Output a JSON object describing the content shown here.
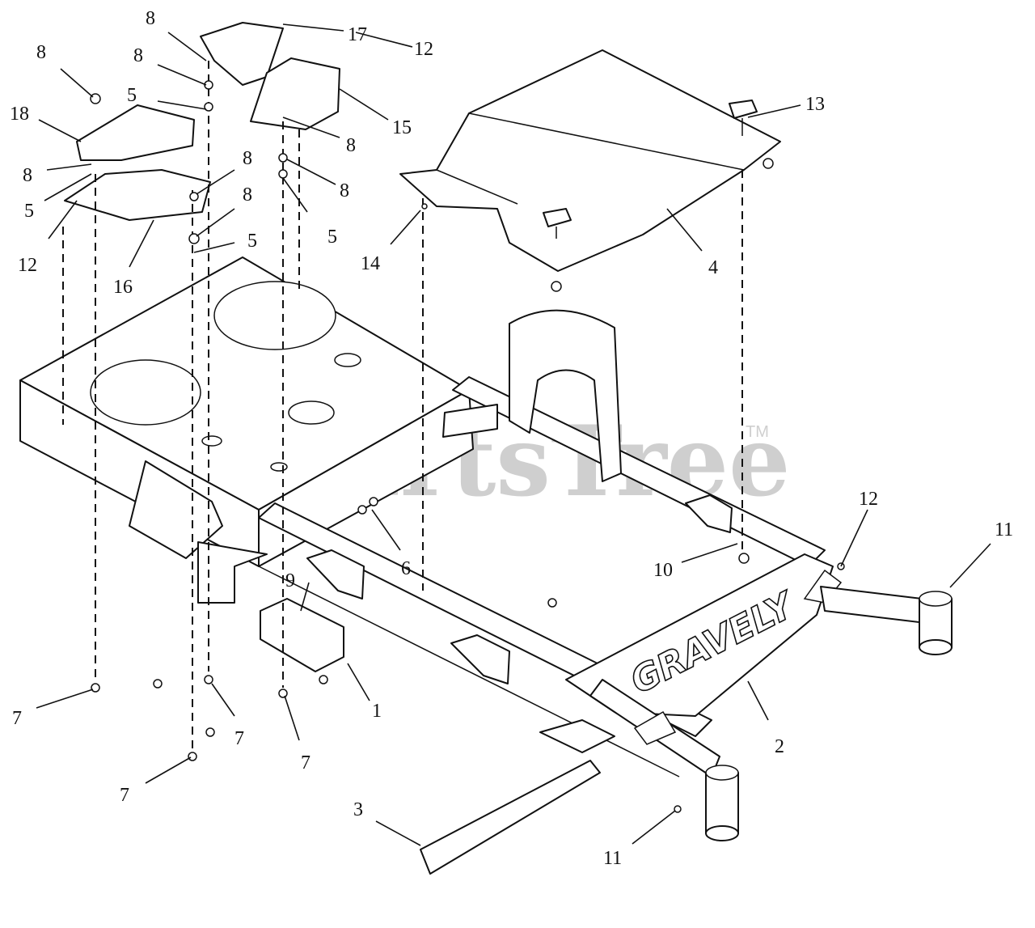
{
  "watermark": {
    "text": "PartsTree",
    "trademark": "TM"
  },
  "brand_text": "GRAVELY",
  "callouts": [
    {
      "id": "c1",
      "label": "1"
    },
    {
      "id": "c2",
      "label": "2"
    },
    {
      "id": "c3",
      "label": "3"
    },
    {
      "id": "c4",
      "label": "4"
    },
    {
      "id": "c5a",
      "label": "5"
    },
    {
      "id": "c5b",
      "label": "5"
    },
    {
      "id": "c5c",
      "label": "5"
    },
    {
      "id": "c5d",
      "label": "5"
    },
    {
      "id": "c6",
      "label": "6"
    },
    {
      "id": "c7a",
      "label": "7"
    },
    {
      "id": "c7b",
      "label": "7"
    },
    {
      "id": "c7c",
      "label": "7"
    },
    {
      "id": "c7d",
      "label": "7"
    },
    {
      "id": "c8a",
      "label": "8"
    },
    {
      "id": "c8b",
      "label": "8"
    },
    {
      "id": "c8c",
      "label": "8"
    },
    {
      "id": "c8d",
      "label": "8"
    },
    {
      "id": "c8e",
      "label": "8"
    },
    {
      "id": "c8f",
      "label": "8"
    },
    {
      "id": "c8g",
      "label": "8"
    },
    {
      "id": "c8h",
      "label": "8"
    },
    {
      "id": "c9",
      "label": "9"
    },
    {
      "id": "c10",
      "label": "10"
    },
    {
      "id": "c11a",
      "label": "11"
    },
    {
      "id": "c11b",
      "label": "11"
    },
    {
      "id": "c12a",
      "label": "12"
    },
    {
      "id": "c12b",
      "label": "12"
    },
    {
      "id": "c12c",
      "label": "12"
    },
    {
      "id": "c13",
      "label": "13"
    },
    {
      "id": "c14",
      "label": "14"
    },
    {
      "id": "c15",
      "label": "15"
    },
    {
      "id": "c16",
      "label": "16"
    },
    {
      "id": "c17",
      "label": "17"
    },
    {
      "id": "c18",
      "label": "18"
    }
  ]
}
